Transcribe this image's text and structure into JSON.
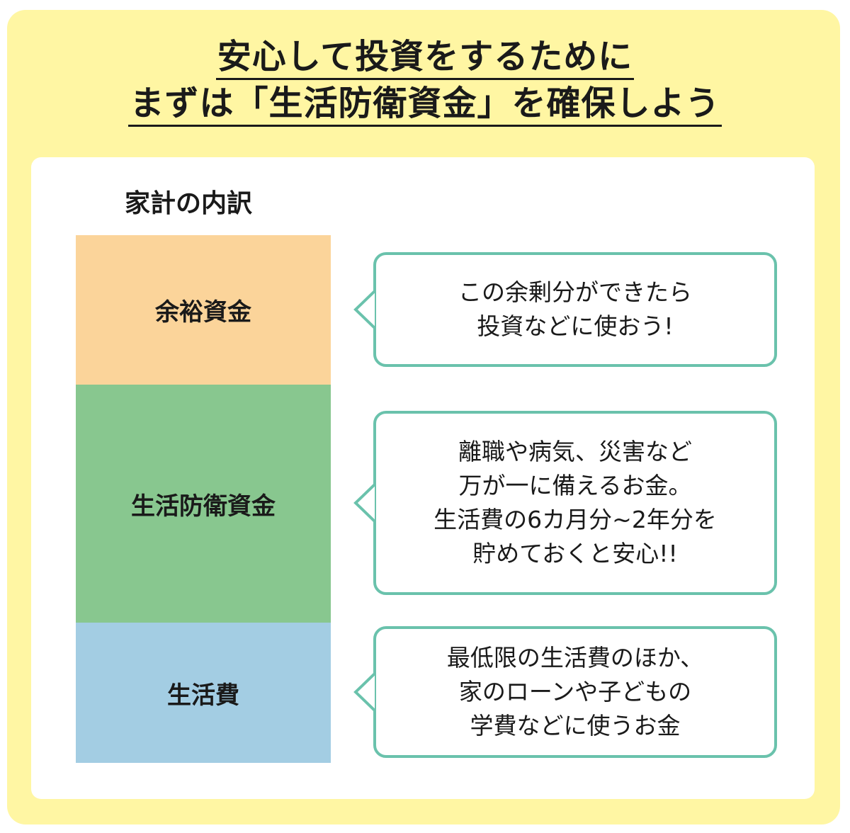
{
  "title": {
    "line1": "安心して投資をするために",
    "line2": "まずは「生活防衛資金」を確保しよう"
  },
  "section_label": "家計の内訳",
  "colors": {
    "outer_bg": "#fff6a3",
    "inner_bg": "#ffffff",
    "bubble_border": "#6ac2ac",
    "surplus": "#fbd49a",
    "defense": "#88c78f",
    "living": "#a3cde3"
  },
  "blocks": [
    {
      "label": "余裕資金",
      "color": "#fbd49a"
    },
    {
      "label": "生活防衛資金",
      "color": "#88c78f"
    },
    {
      "label": "生活費",
      "color": "#a3cde3"
    }
  ],
  "bubbles": [
    {
      "lines": [
        "この余剰分ができたら",
        "投資などに使おう!"
      ]
    },
    {
      "lines": [
        "離職や病気、災害など",
        "万が一に備えるお金。",
        "生活費の6カ月分~2年分を",
        "貯めておくと安心!!"
      ]
    },
    {
      "lines": [
        "最低限の生活費のほか、",
        "家のローンや子どもの",
        "学費などに使うお金"
      ]
    }
  ]
}
